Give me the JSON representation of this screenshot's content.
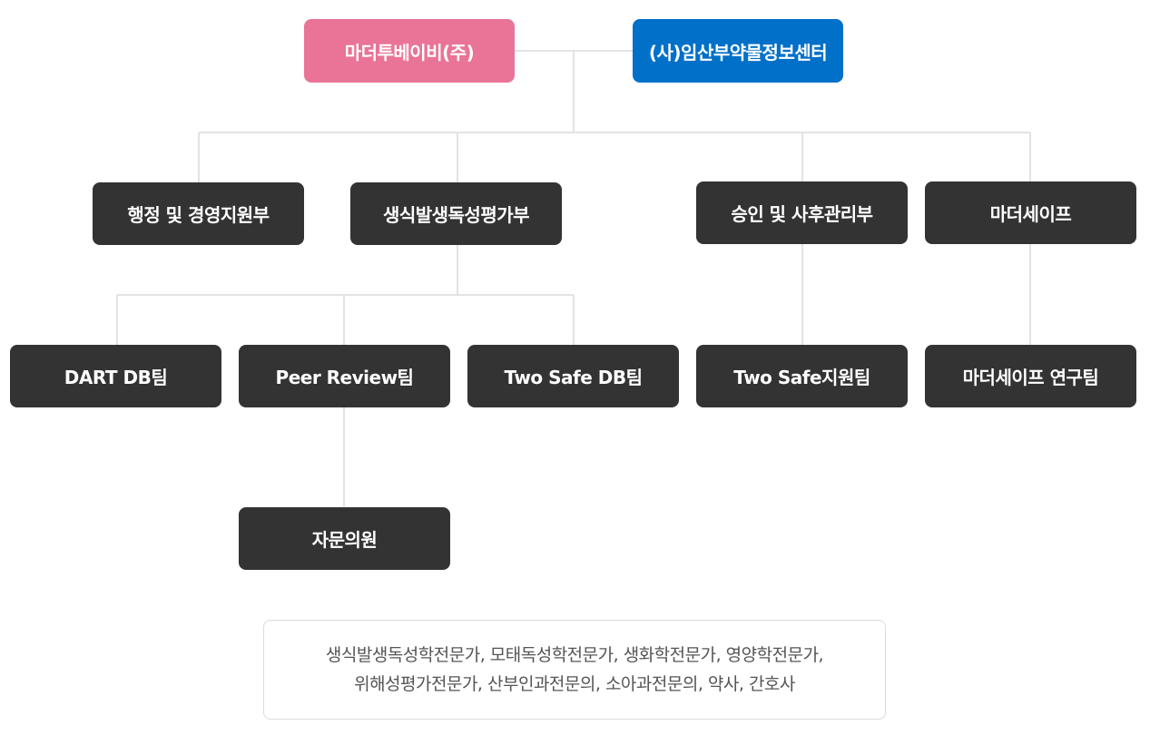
{
  "top": {
    "left_org": "마더투베이비(주)",
    "right_org": "(사)임산부약물정보센터"
  },
  "departments": {
    "admin": "행정 및 경영지원부",
    "toxicity": "생식발생독성평가부",
    "approval": "승인 및 사후관리부",
    "mothersafe": "마더세이프"
  },
  "teams": {
    "dart_db": "DART DB팀",
    "peer_review": "Peer Review팀",
    "two_safe_db": "Two Safe DB팀",
    "two_safe_support": "Two Safe지원팀",
    "mothersafe_research": "마더세이프 연구팀"
  },
  "advisory": {
    "label": "자문의원"
  },
  "note": {
    "line1": "생식발생독성학전문가, 모태독성학전문가, 생화학전문가, 영양학전문가,",
    "line2": "위해성평가전문가, 산부인과전문의, 소아과전문의, 약사, 간호사"
  },
  "colors": {
    "left_org": "#e97497",
    "right_org": "#0170c9",
    "box": "#333333",
    "connector": "#e3e3e3"
  }
}
